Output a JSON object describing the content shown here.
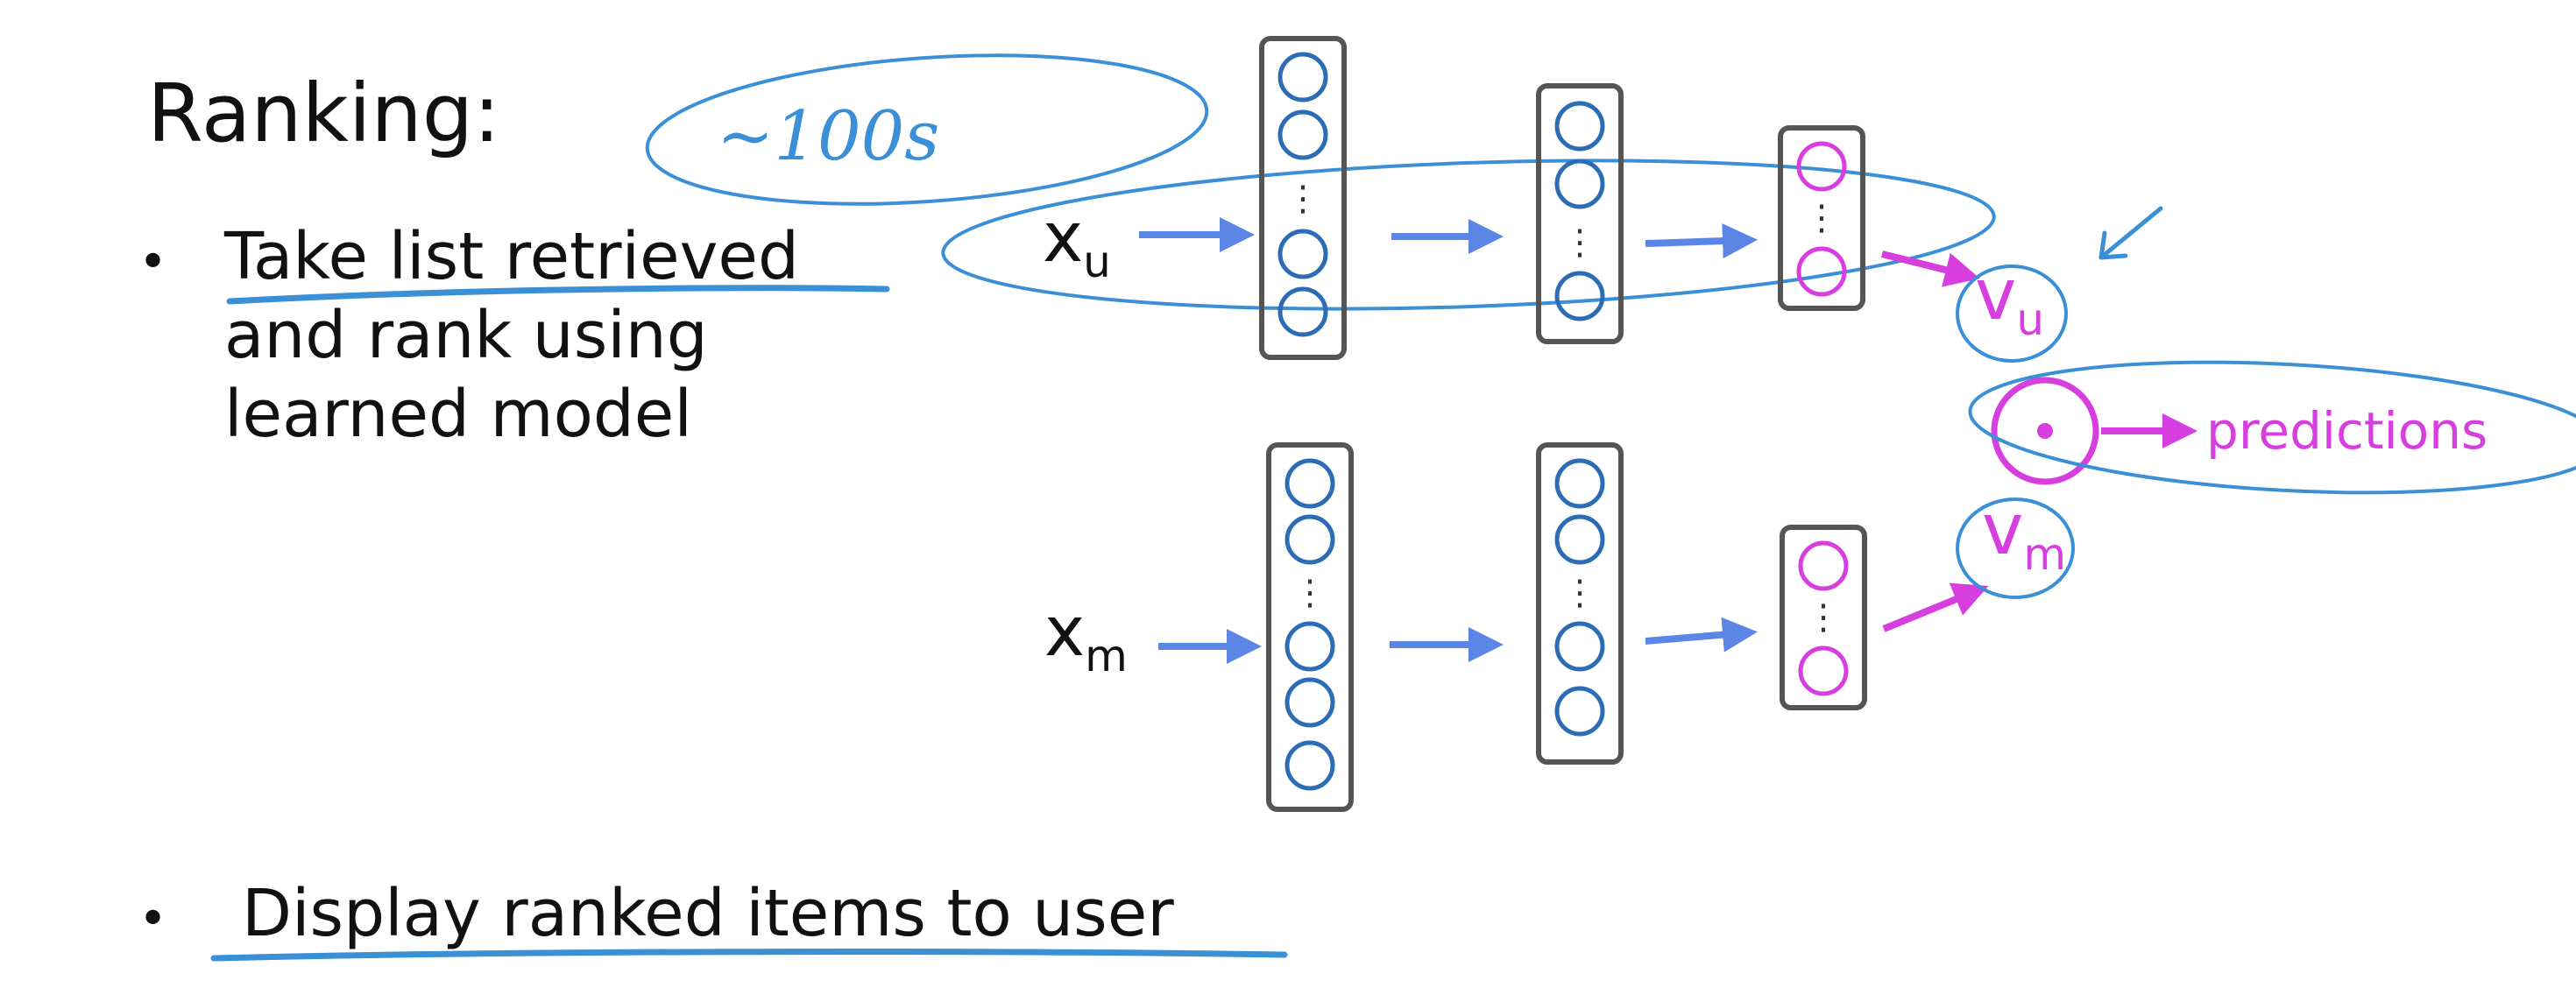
{
  "slide": {
    "title": "Ranking:",
    "bullets": [
      {
        "lines": [
          "Take list retrieved",
          "and rank using",
          "learned model"
        ]
      },
      {
        "lines": [
          "Display ranked items to user"
        ]
      }
    ]
  },
  "diagram": {
    "user_input": {
      "base": "x",
      "sub": "u"
    },
    "movie_input": {
      "base": "x",
      "sub": "m"
    },
    "user_vector": {
      "base": "v",
      "sub": "u"
    },
    "movie_vector": {
      "base": "v",
      "sub": "m"
    },
    "output_label": "predictions",
    "annotation": "~100s",
    "colors": {
      "network_blue": "#2b6cb5",
      "arrow_blue": "#5b86e5",
      "output_magenta": "#d63ee0",
      "annotation_blue": "#3a8fd6",
      "box_gray": "#555555"
    }
  }
}
